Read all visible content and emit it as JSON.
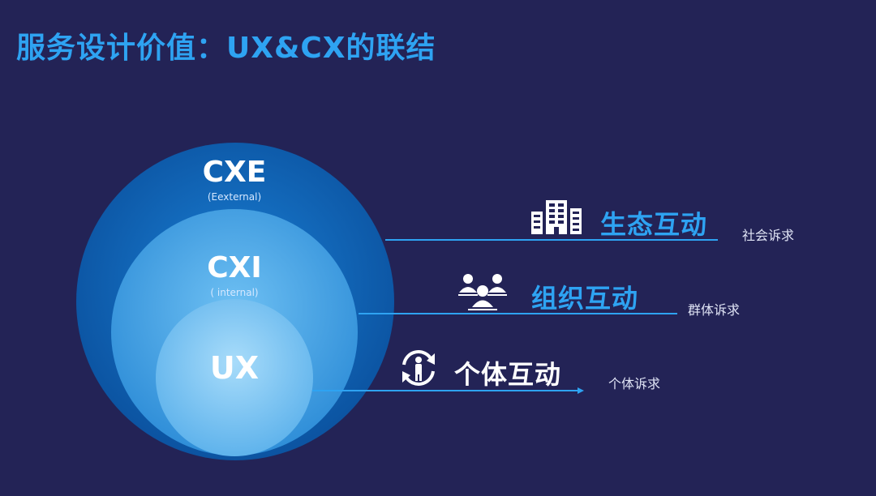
{
  "title": "服务设计价值：UX&CX的联结",
  "circles": {
    "outer": {
      "label": "CXE",
      "sub": "(Eexternal)"
    },
    "middle": {
      "label": "CXI",
      "sub": "( internal)"
    },
    "inner": {
      "label": "UX"
    }
  },
  "levels": [
    {
      "icon": "building-icon",
      "title": "生态互动",
      "note": "社会诉求"
    },
    {
      "icon": "team-icon",
      "title": "组织互动",
      "note": "群体诉求"
    },
    {
      "icon": "person-cycle-icon",
      "title": "个体互动",
      "note": "个体诉求"
    }
  ],
  "colors": {
    "background": "#232356",
    "accent": "#2ea3f2",
    "outer_circle": "#0b5fb0",
    "middle_circle": "#3d9fe0",
    "inner_circle": "#7cc8f5"
  }
}
